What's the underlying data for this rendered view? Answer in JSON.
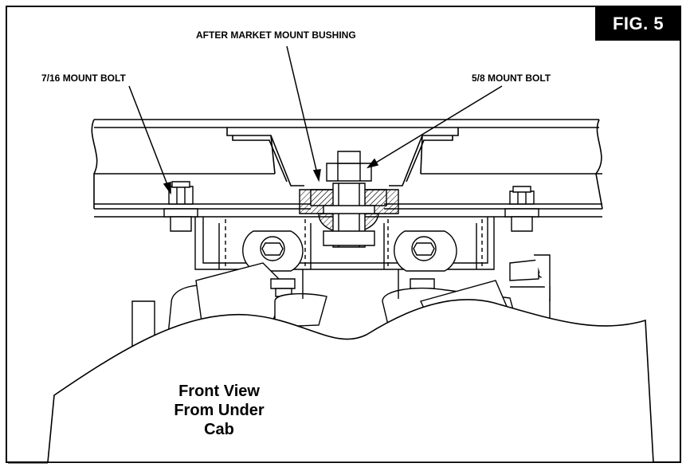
{
  "figure": {
    "badge": "FIG. 5",
    "callouts": {
      "bushing": "AFTER MARKET MOUNT BUSHING",
      "bolt_small": "7/16 MOUNT BOLT",
      "bolt_large": "5/8 MOUNT BOLT"
    },
    "caption": {
      "line1": "Front View",
      "line2": "From Under Cab"
    }
  }
}
